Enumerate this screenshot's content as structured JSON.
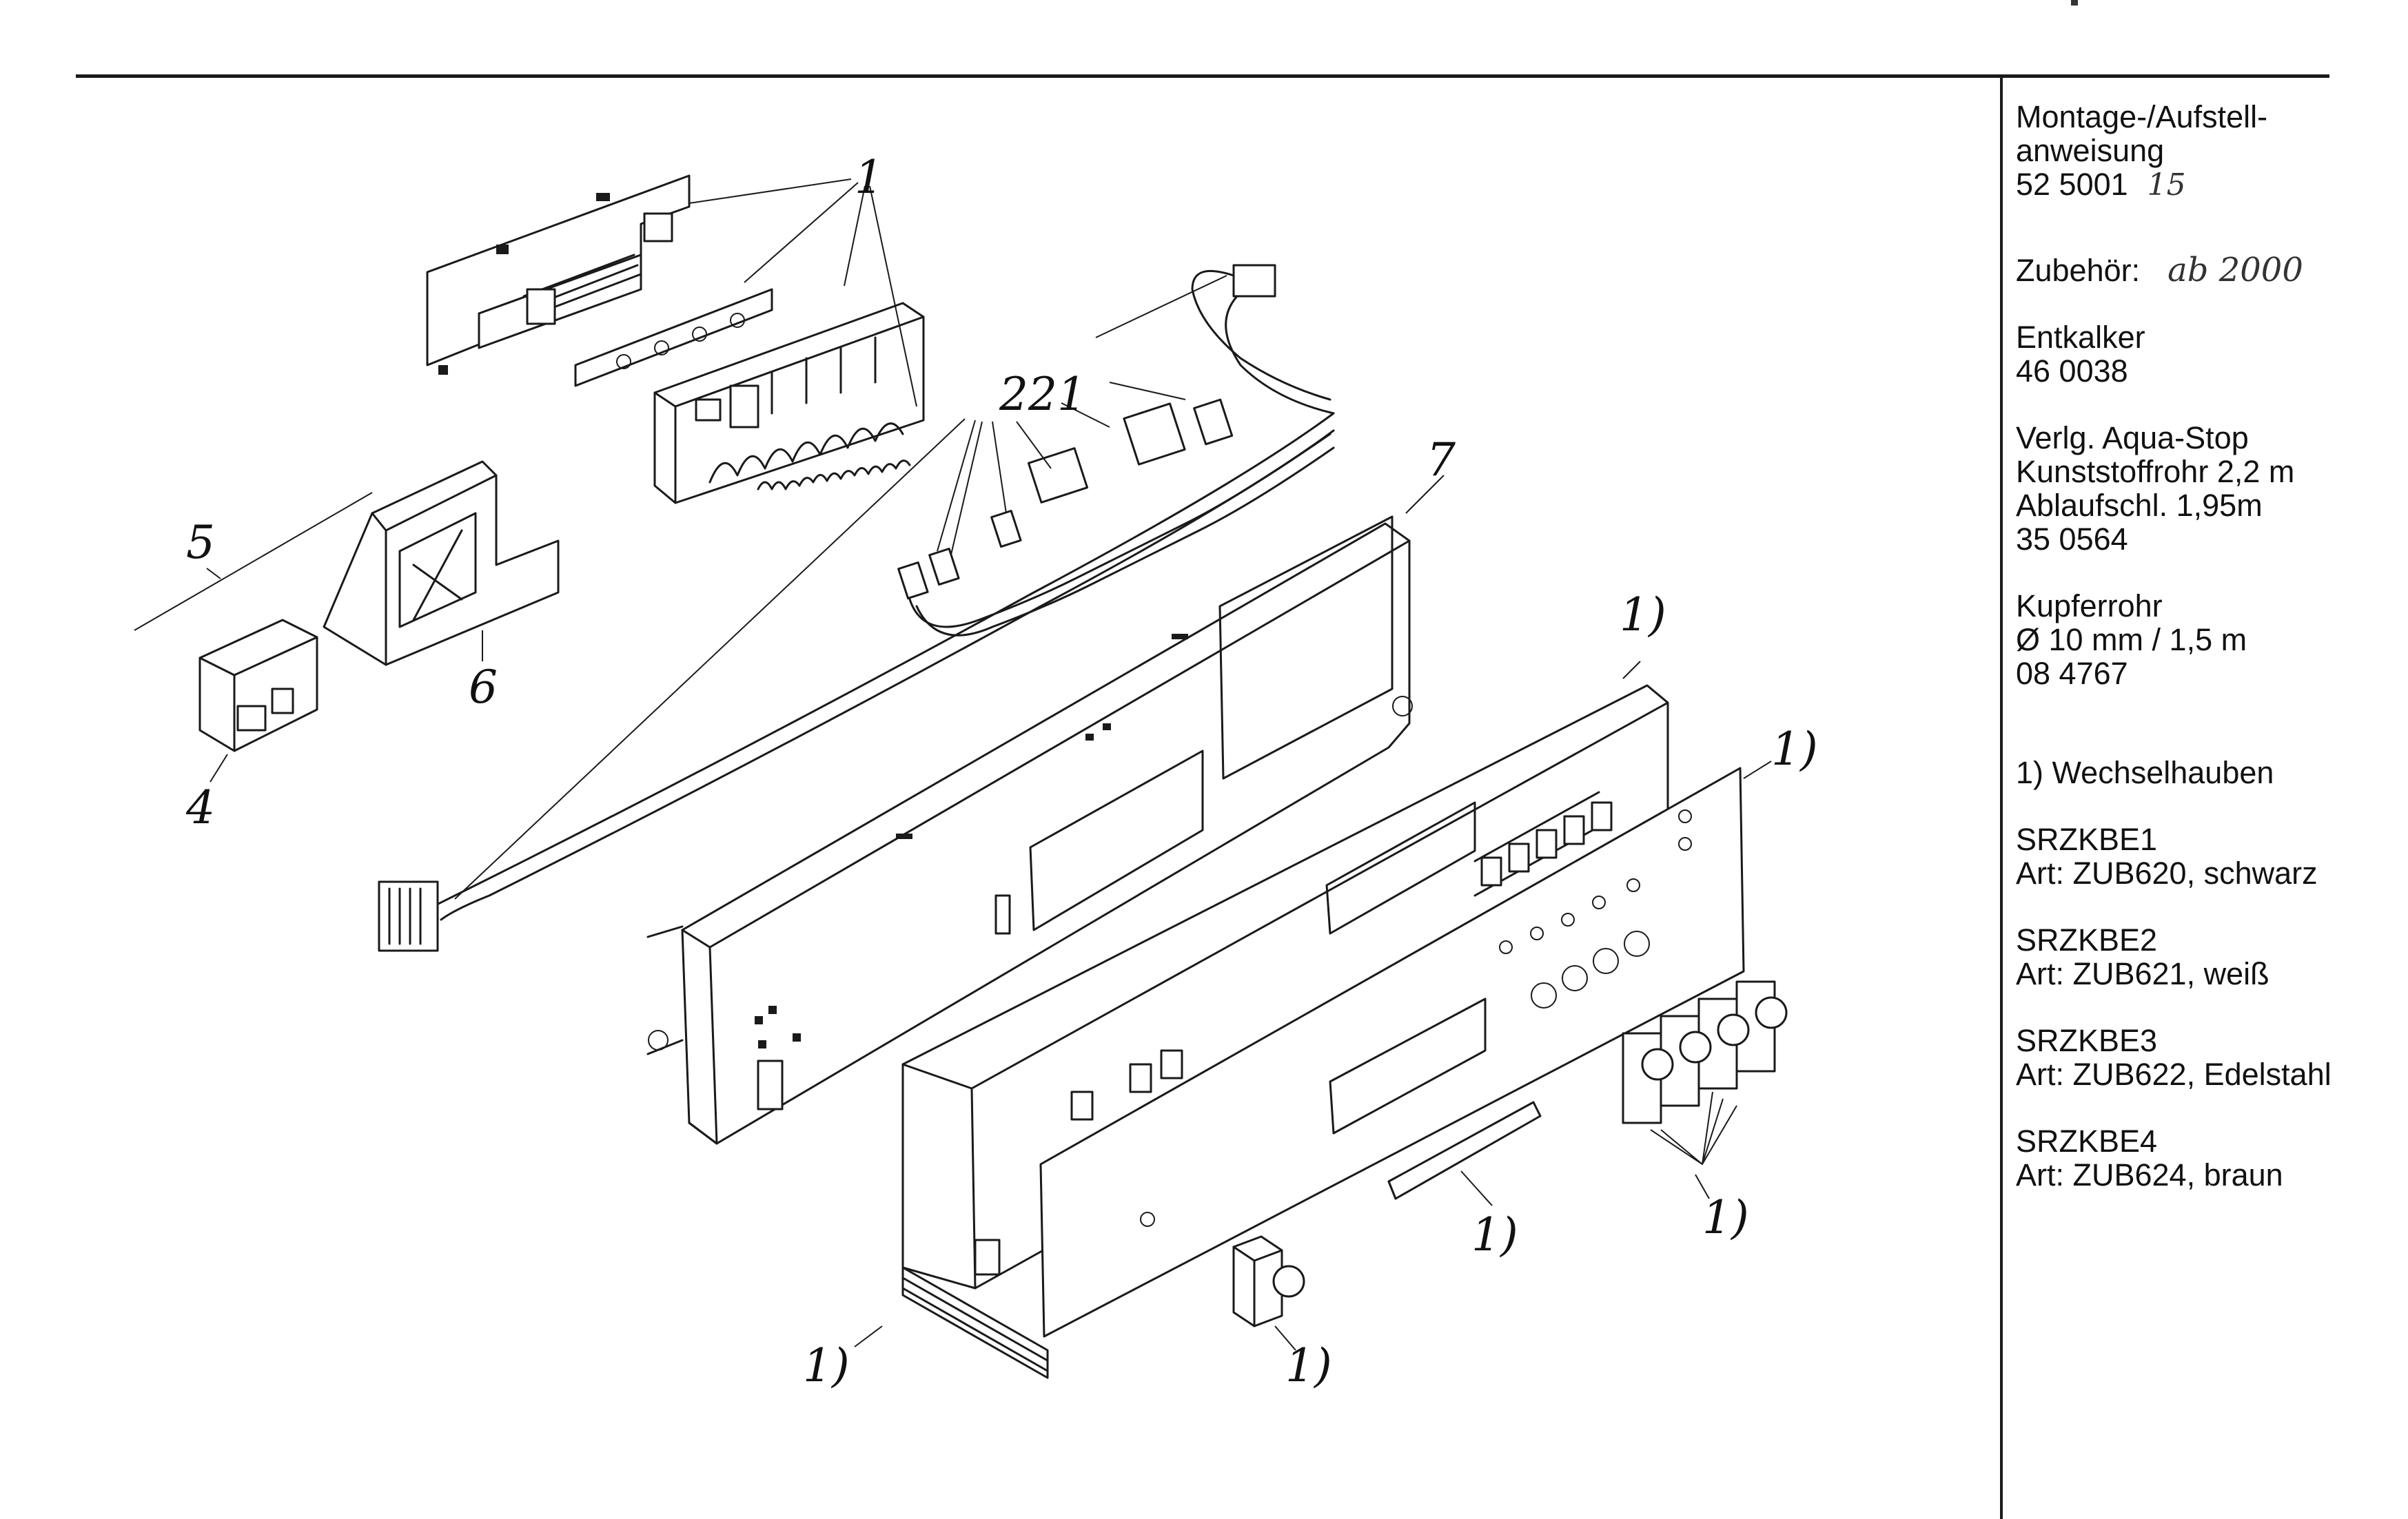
{
  "sidebar": {
    "montage": {
      "line1": "Montage-/Aufstell-",
      "line2": "anweisung",
      "number": "52 5001",
      "handwritten": "15"
    },
    "zubehoer": {
      "label": "Zubehör:",
      "handwritten": "ab 2000"
    },
    "entkalker": {
      "name": "Entkalker",
      "number": "46 0038"
    },
    "aquastop": {
      "line1": "Verlg. Aqua-Stop",
      "line2": "Kunststoffrohr 2,2 m",
      "line3": "Ablaufschl. 1,95m",
      "number": "35 0564"
    },
    "kupferrohr": {
      "name": "Kupferrohr",
      "size": "Ø 10 mm / 1,5 m",
      "number": "08 4767"
    },
    "footnote": "1) Wechselhauben",
    "variants": [
      {
        "code": "SRZKBE1",
        "article": "Art: ZUB620, schwarz"
      },
      {
        "code": "SRZKBE2",
        "article": "Art: ZUB621, weiß"
      },
      {
        "code": "SRZKBE3",
        "article": "Art: ZUB622, Edelstahl"
      },
      {
        "code": "SRZKBE4",
        "article": "Art: ZUB624, braun"
      }
    ]
  },
  "diagram": {
    "callouts": {
      "c1_top": "1",
      "c221": "221",
      "c7": "7",
      "c5": "5",
      "c6": "6",
      "c4": "4",
      "c1_a": "1)",
      "c1_b": "1)",
      "c1_knobs": "1)",
      "c1_strip": "1)",
      "c1_button": "1)",
      "c1_stack": "1)"
    }
  }
}
